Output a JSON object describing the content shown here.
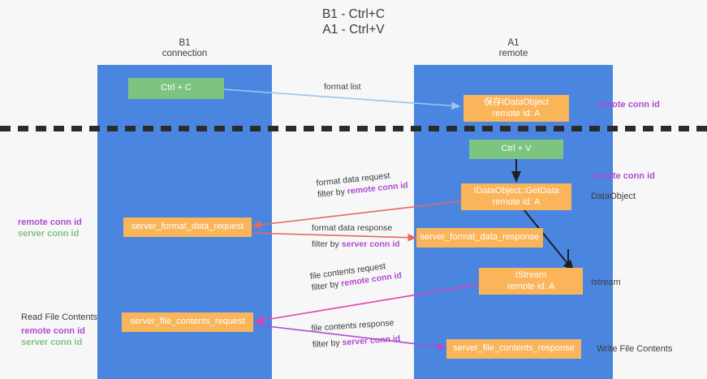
{
  "title": {
    "line1": "B1 - Ctrl+C",
    "line2": "A1 - Ctrl+V"
  },
  "lanes": [
    {
      "name": "B1",
      "role": "connection"
    },
    {
      "name": "A1",
      "role": "remote"
    }
  ],
  "colors": {
    "lane": "#4a86e0",
    "green_box": "#7cc47f",
    "orange_box": "#fab45a",
    "purple_text": "#b04bd0",
    "green_text": "#7cc47f",
    "arrow_blue": "#9dc3ec",
    "arrow_red": "#e8685e",
    "arrow_magenta": "#e040b0",
    "arrow_purple": "#b04bd0",
    "arrow_black": "#1f1f1f",
    "divider": "#2b2b2b",
    "background": "#f7f7f7"
  },
  "boxes": {
    "ctrl_c": {
      "label": "Ctrl + C"
    },
    "save_dataobject": {
      "line1": "保存IDataObject",
      "line2": "remote id: A"
    },
    "ctrl_v": {
      "label": "Ctrl + V"
    },
    "getdata": {
      "line1": "IDataObject::GetData",
      "line2": "remote id: A"
    },
    "server_format_data_request": {
      "label": "server_format_data_request"
    },
    "server_format_data_response": {
      "label": "server_format_data_response"
    },
    "istream": {
      "line1": "IStream",
      "line2": "remote id: A"
    },
    "server_file_contents_request": {
      "label": "server_file_contents_request"
    },
    "server_file_contents_response": {
      "label": "server_file_contents_response"
    }
  },
  "edge_labels": {
    "format_list": "format list",
    "format_data_request": "format data request",
    "format_data_request_filter_prefix": "filter by ",
    "format_data_request_filter_key": "remote conn id",
    "format_data_response": "format data response",
    "format_data_response_filter_prefix": "filter by ",
    "format_data_response_filter_key": "server conn id",
    "file_contents_request": "file contents request",
    "file_contents_request_filter_prefix": "filter by ",
    "file_contents_request_filter_key": "remote conn id",
    "file_contents_response": "file contents response",
    "file_contents_response_filter_prefix": "filter by ",
    "file_contents_response_filter_key": "server conn id"
  },
  "annotations": {
    "right_remote_conn_id_top": "remote conn id",
    "right_remote_conn_id_mid": "remote conn id",
    "right_dataobject": "DataObject",
    "right_istream": "Istream",
    "right_write_file_contents": "Write File Contents",
    "left_remote_conn_id": "remote conn id",
    "left_server_conn_id": "server conn id",
    "left_read_file_contents": "Read File Contents",
    "left_bottom_remote_conn_id": "remote conn id",
    "left_bottom_server_conn_id": "server conn id"
  }
}
